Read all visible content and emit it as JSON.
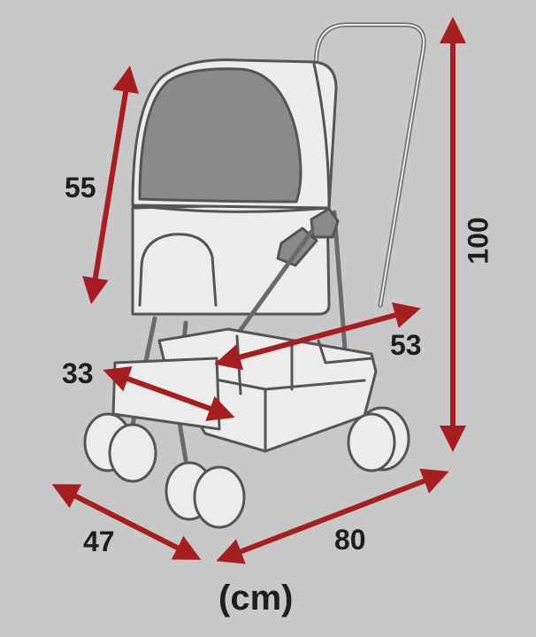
{
  "colors": {
    "background": "#c8c8c8",
    "arrow": "#a61e22",
    "outline": "#555555",
    "fill": "#ececec",
    "canopy_window": "#8a8a8a"
  },
  "dimensions": {
    "canopy_height": "55",
    "total_height": "100",
    "basket_length": "53",
    "cabin_width": "33",
    "base_width": "47",
    "base_length": "80"
  },
  "unit": "(cm)"
}
